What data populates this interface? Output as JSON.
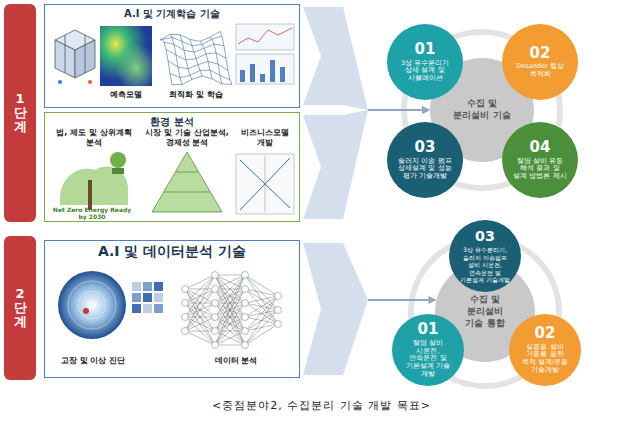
{
  "diagram": {
    "caption": "<중점분야2, 수집분리 기술 개발 목표>",
    "nodes": [
      {
        "text": [
          "1 단계"
        ]
      },
      {
        "text": [
          "A.I 및 기계학습 기술"
        ]
      },
      {
        "text": [
          "환경 분석"
        ]
      },
      {
        "text": [
          "수집 및 분리설비 기술"
        ]
      },
      {
        "text": [
          "01",
          "3상 유수분리기 상세 설계 및 시뮬레이션"
        ]
      },
      {
        "text": [
          "02",
          "Desander 형상 최적화"
        ]
      },
      {
        "text": [
          "03",
          "슬러지 이송 펌프 상세설계 및 성능 평가 기술개발"
        ]
      },
      {
        "text": [
          "04",
          "탈염 설비 유동 해석 결과 및 설계 방법론 제시"
        ]
      },
      {
        "text": [
          "2 단계"
        ]
      },
      {
        "text": [
          "A.I 및 데이터분석 기술"
        ]
      },
      {
        "text": [
          "수집 및 분리설비 기술 통합"
        ]
      },
      {
        "text": [
          "03",
          "3상 유수분리기, 슬러지 이송펌프 설비 시운전, 연속운전 및 기본설계 기술개발"
        ]
      },
      {
        "text": [
          "01",
          "탈염 설비 시운전, 연속운전 및 기본설계 기술 개발"
        ]
      },
      {
        "text": [
          "02",
          "실증용 설비 가동을 통한 최적 설계/운용 기술개발"
        ]
      }
    ],
    "edges": [
      {
        "from": 1,
        "to": 3,
        "arrow": "to"
      },
      {
        "from": 2,
        "to": 3,
        "arrow": "to"
      },
      {
        "from": 9,
        "to": 10,
        "arrow": "to"
      }
    ],
    "labels": [
      "예측모델",
      "최적화 및 학습",
      "법, 제도 및 상위계획 분석",
      "시장 및 기술 산업분석, 경제성 분석",
      "비즈니스모델 개발",
      "Net Zero Energy Ready by 2030",
      "고장 및 이상 진단",
      "데이터 분석"
    ]
  }
}
